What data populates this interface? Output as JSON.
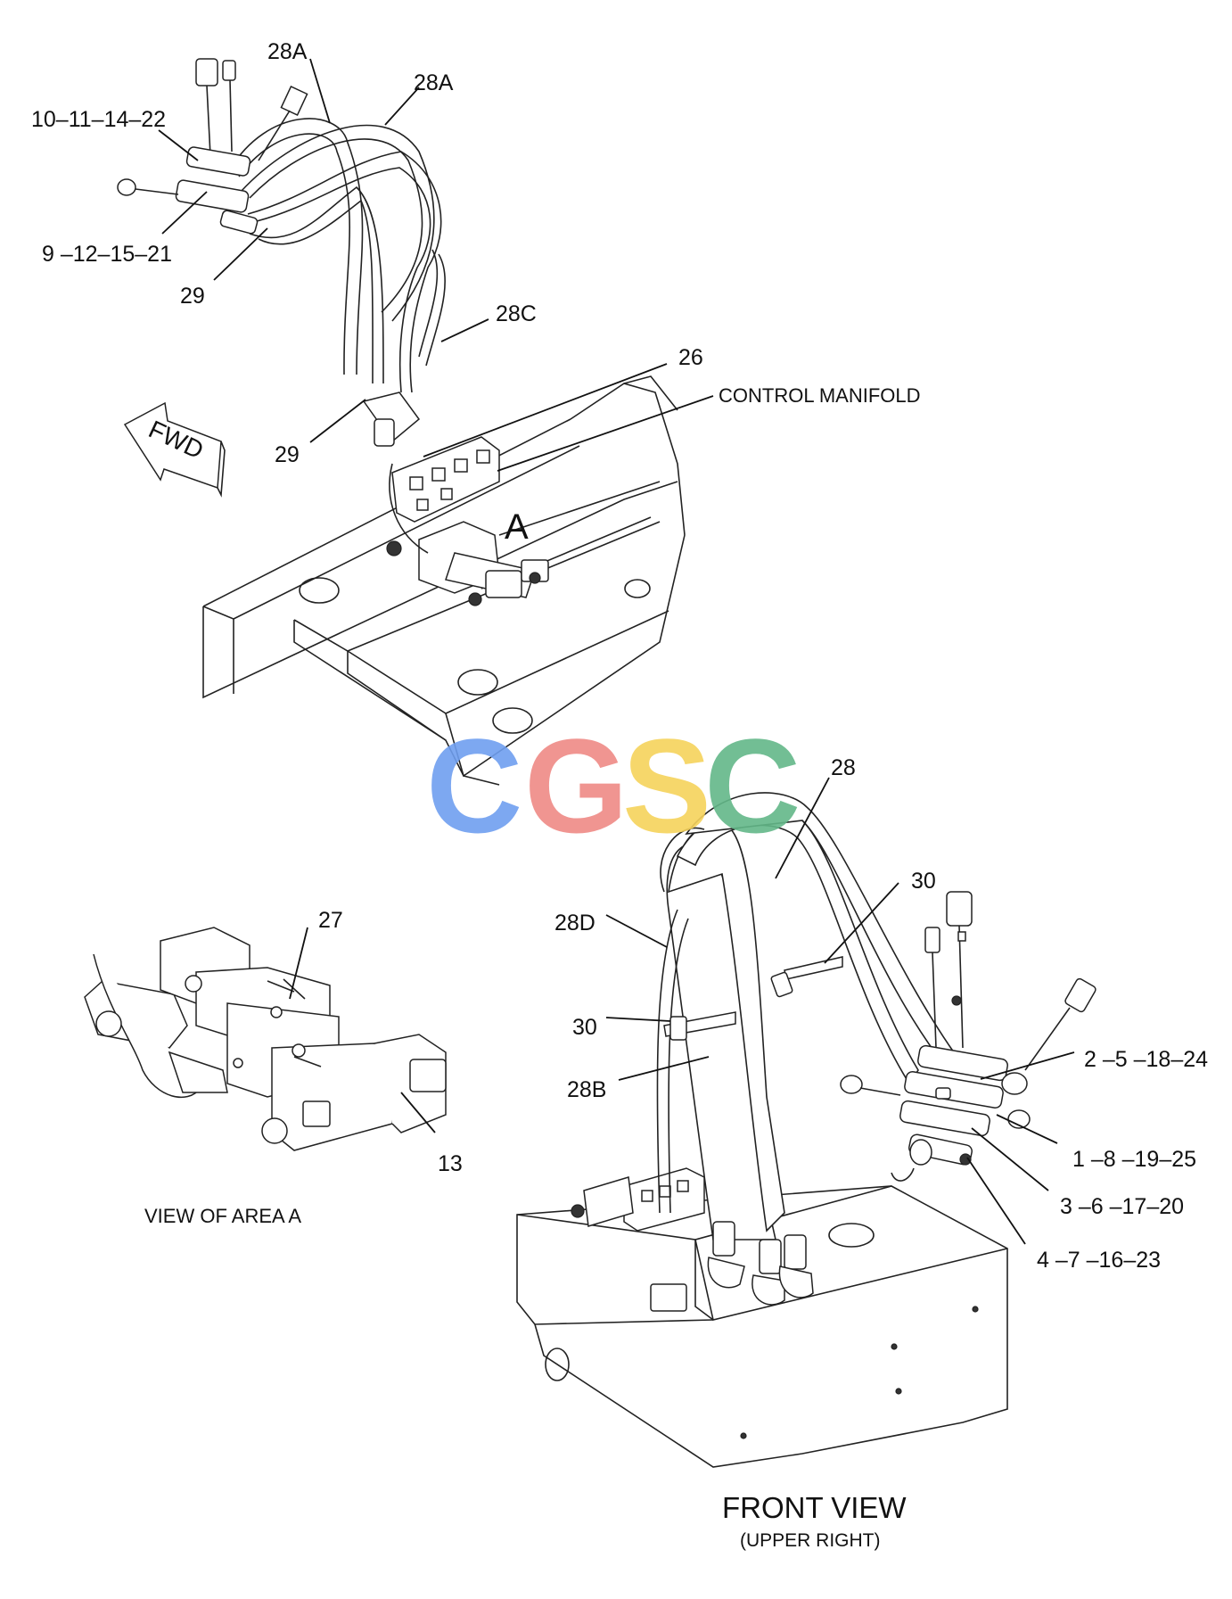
{
  "labels": {
    "l28a_1": "28A",
    "l28a_2": "28A",
    "l10": "10–11–14–22",
    "l9": "9 –12–15–21",
    "l29_top": "29",
    "l28c": "28C",
    "l26": "26",
    "control_manifold": "CONTROL MANIFOLD",
    "l29_mid": "29",
    "fwd": "FWD",
    "area_a": "A",
    "l28": "28",
    "l30_right": "30",
    "l28d": "28D",
    "l27": "27",
    "l30_left": "30",
    "l2": "2 –5 –18–24",
    "l28b": "28B",
    "l1": "1 –8 –19–25",
    "l13": "13",
    "l3": "3 –6 –17–20",
    "l4": "4 –7 –16–23",
    "view_area_a": "VIEW OF AREA A"
  },
  "titles": {
    "front_view": "FRONT VIEW",
    "upper_right": "(UPPER RIGHT)"
  },
  "watermark": {
    "letters": [
      "C",
      "G",
      "S",
      "C"
    ],
    "colors": [
      "#6f9ff0",
      "#ef8a86",
      "#f6d35c",
      "#63b889"
    ]
  }
}
